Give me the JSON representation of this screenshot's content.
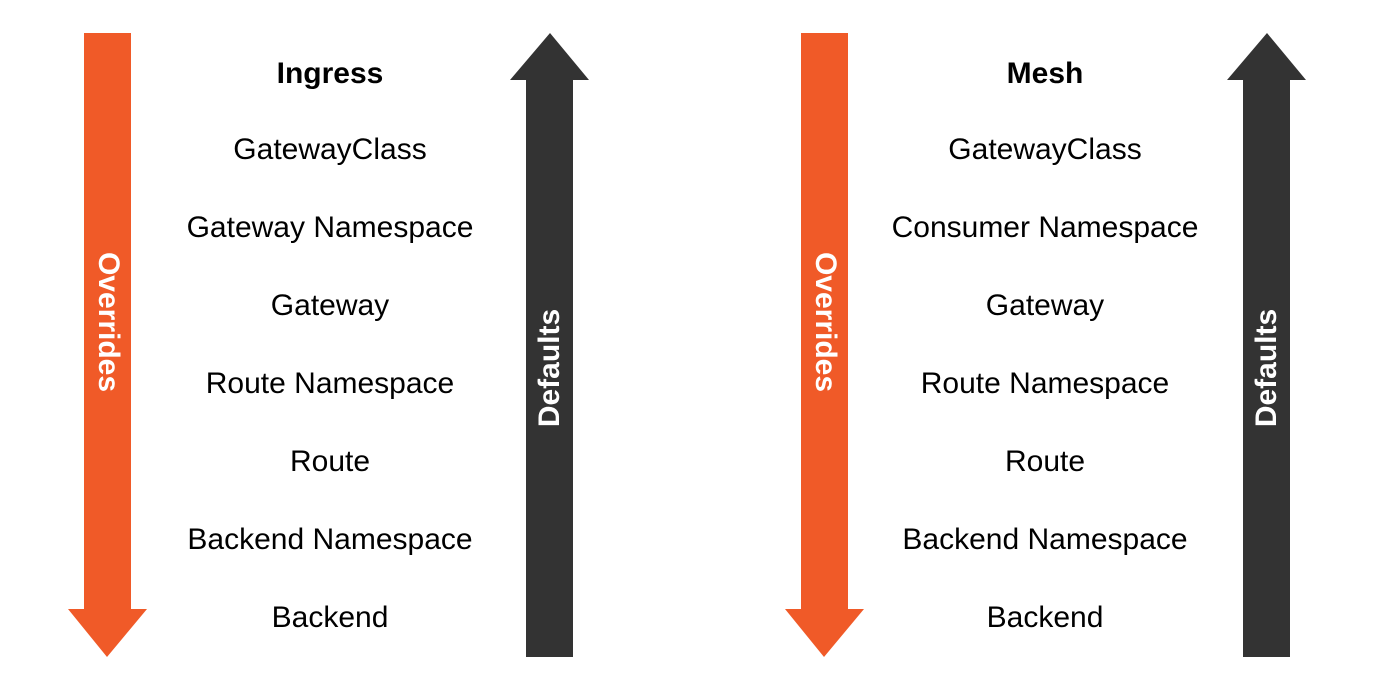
{
  "colors": {
    "overrides_arrow": "#f05a28",
    "defaults_arrow": "#333333",
    "text": "#000000",
    "background": "#ffffff"
  },
  "ingress": {
    "title": "Ingress",
    "items": [
      "GatewayClass",
      "Gateway Namespace",
      "Gateway",
      "Route Namespace",
      "Route",
      "Backend Namespace",
      "Backend"
    ],
    "overrides_label": "Overrides",
    "defaults_label": "Defaults"
  },
  "mesh": {
    "title": "Mesh",
    "items": [
      "GatewayClass",
      "Consumer Namespace",
      "Gateway",
      "Route Namespace",
      "Route",
      "Backend Namespace",
      "Backend"
    ],
    "overrides_label": "Overrides",
    "defaults_label": "Defaults"
  }
}
